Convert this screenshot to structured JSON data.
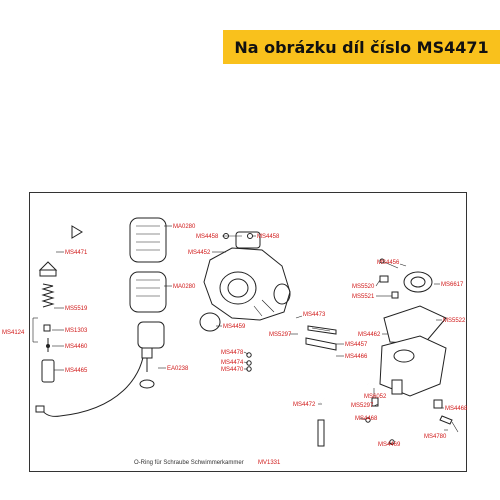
{
  "banner": {
    "text": "Na obrázku díl číslo MS4471",
    "bg": "#f9c11c"
  },
  "diagram": {
    "callouts": {
      "ms4471": "MS4471",
      "ms5519": "MS5519",
      "ms1303": "MS1303",
      "ms4460": "MS4460",
      "ms4465": "MS4465",
      "ms4124": "MS4124",
      "ma0280a": "MA0280",
      "ma0280b": "MA0280",
      "ea0238": "EA0238",
      "ms4458a": "MS4458",
      "ms4458b": "MS4458",
      "ms4452": "MS4452",
      "ms4459": "MS4459",
      "ms4473": "MS4473",
      "ms5297a": "MS5297",
      "ms4478": "MS4478",
      "ms4474": "MS4474",
      "ms4470": "MS4470",
      "ms4457": "MS4457",
      "ms4466": "MS4466",
      "ms4456": "MS4456",
      "ms5520": "MS5520",
      "ms6617": "MS6617",
      "ms5521": "MS5521",
      "ms5522": "MS5522",
      "ms4462": "MS4462",
      "ms6052": "MS6052",
      "ms5297b": "MS5297",
      "ms4472": "MS4472",
      "ms4468a": "MS4468",
      "ms4468b": "MS4468",
      "ms4780": "MS4780",
      "ms4469": "MS4469"
    },
    "caption": {
      "text": "O-Ring für Schraube Schwimmerkammer",
      "code": "MV1331"
    }
  }
}
